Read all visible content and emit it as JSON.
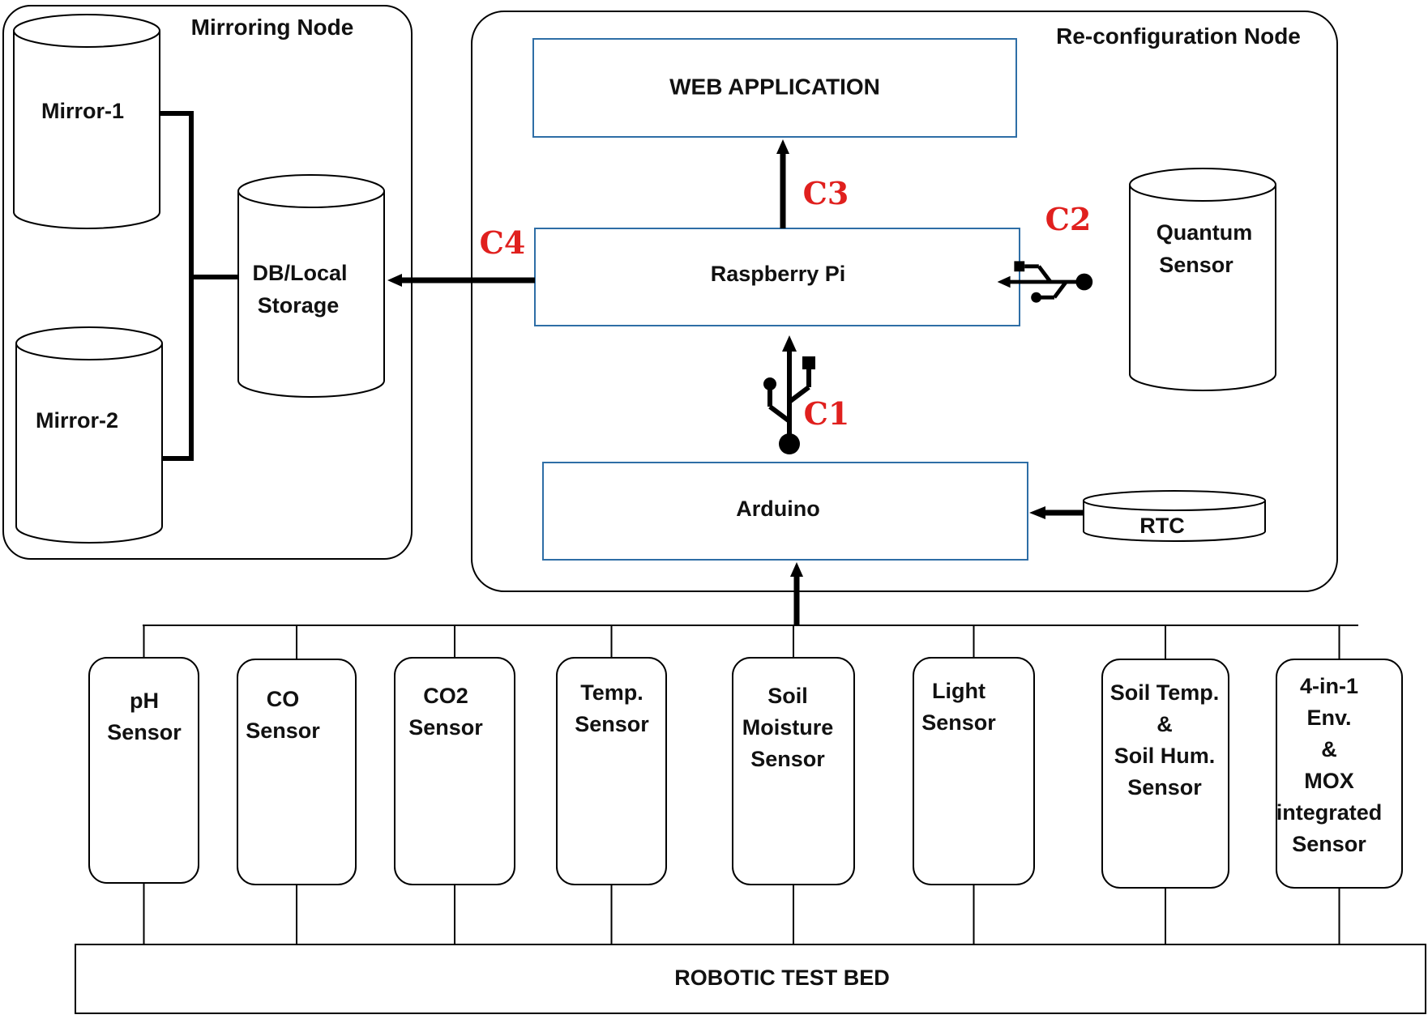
{
  "colors": {
    "connector_label": "#e0201e",
    "box_border": "#2e6ea6",
    "line": "#000000"
  },
  "mirroring_node": {
    "title": "Mirroring Node",
    "mirror1": "Mirror-1",
    "mirror2": "Mirror-2",
    "db_line1": "DB/Local",
    "db_line2": "Storage"
  },
  "reconfiguration_node": {
    "title": "Re-configuration Node",
    "web_app": "WEB APPLICATION",
    "raspberry_pi": "Raspberry Pi",
    "arduino": "Arduino",
    "rtc": "RTC",
    "quantum_line1": "Quantum",
    "quantum_line2": "Sensor"
  },
  "connectors": {
    "c1": "C1",
    "c2": "C2",
    "c3": "C3",
    "c4": "C4"
  },
  "icons": [
    "usb-icon",
    "arrow-icon"
  ],
  "sensors": [
    {
      "lines": [
        "pH",
        "Sensor"
      ]
    },
    {
      "lines": [
        "CO",
        "Sensor"
      ]
    },
    {
      "lines": [
        "CO2",
        "Sensor"
      ]
    },
    {
      "lines": [
        "Temp.",
        "Sensor"
      ]
    },
    {
      "lines": [
        "Soil",
        "Moisture",
        "Sensor"
      ]
    },
    {
      "lines": [
        "Light",
        "Sensor"
      ]
    },
    {
      "lines": [
        "Soil Temp.",
        "&",
        "Soil Hum.",
        "Sensor"
      ]
    },
    {
      "lines": [
        "4-in-1",
        "Env.",
        "&",
        "MOX",
        "integrated",
        "Sensor"
      ]
    }
  ],
  "test_bed": "ROBOTIC TEST BED"
}
